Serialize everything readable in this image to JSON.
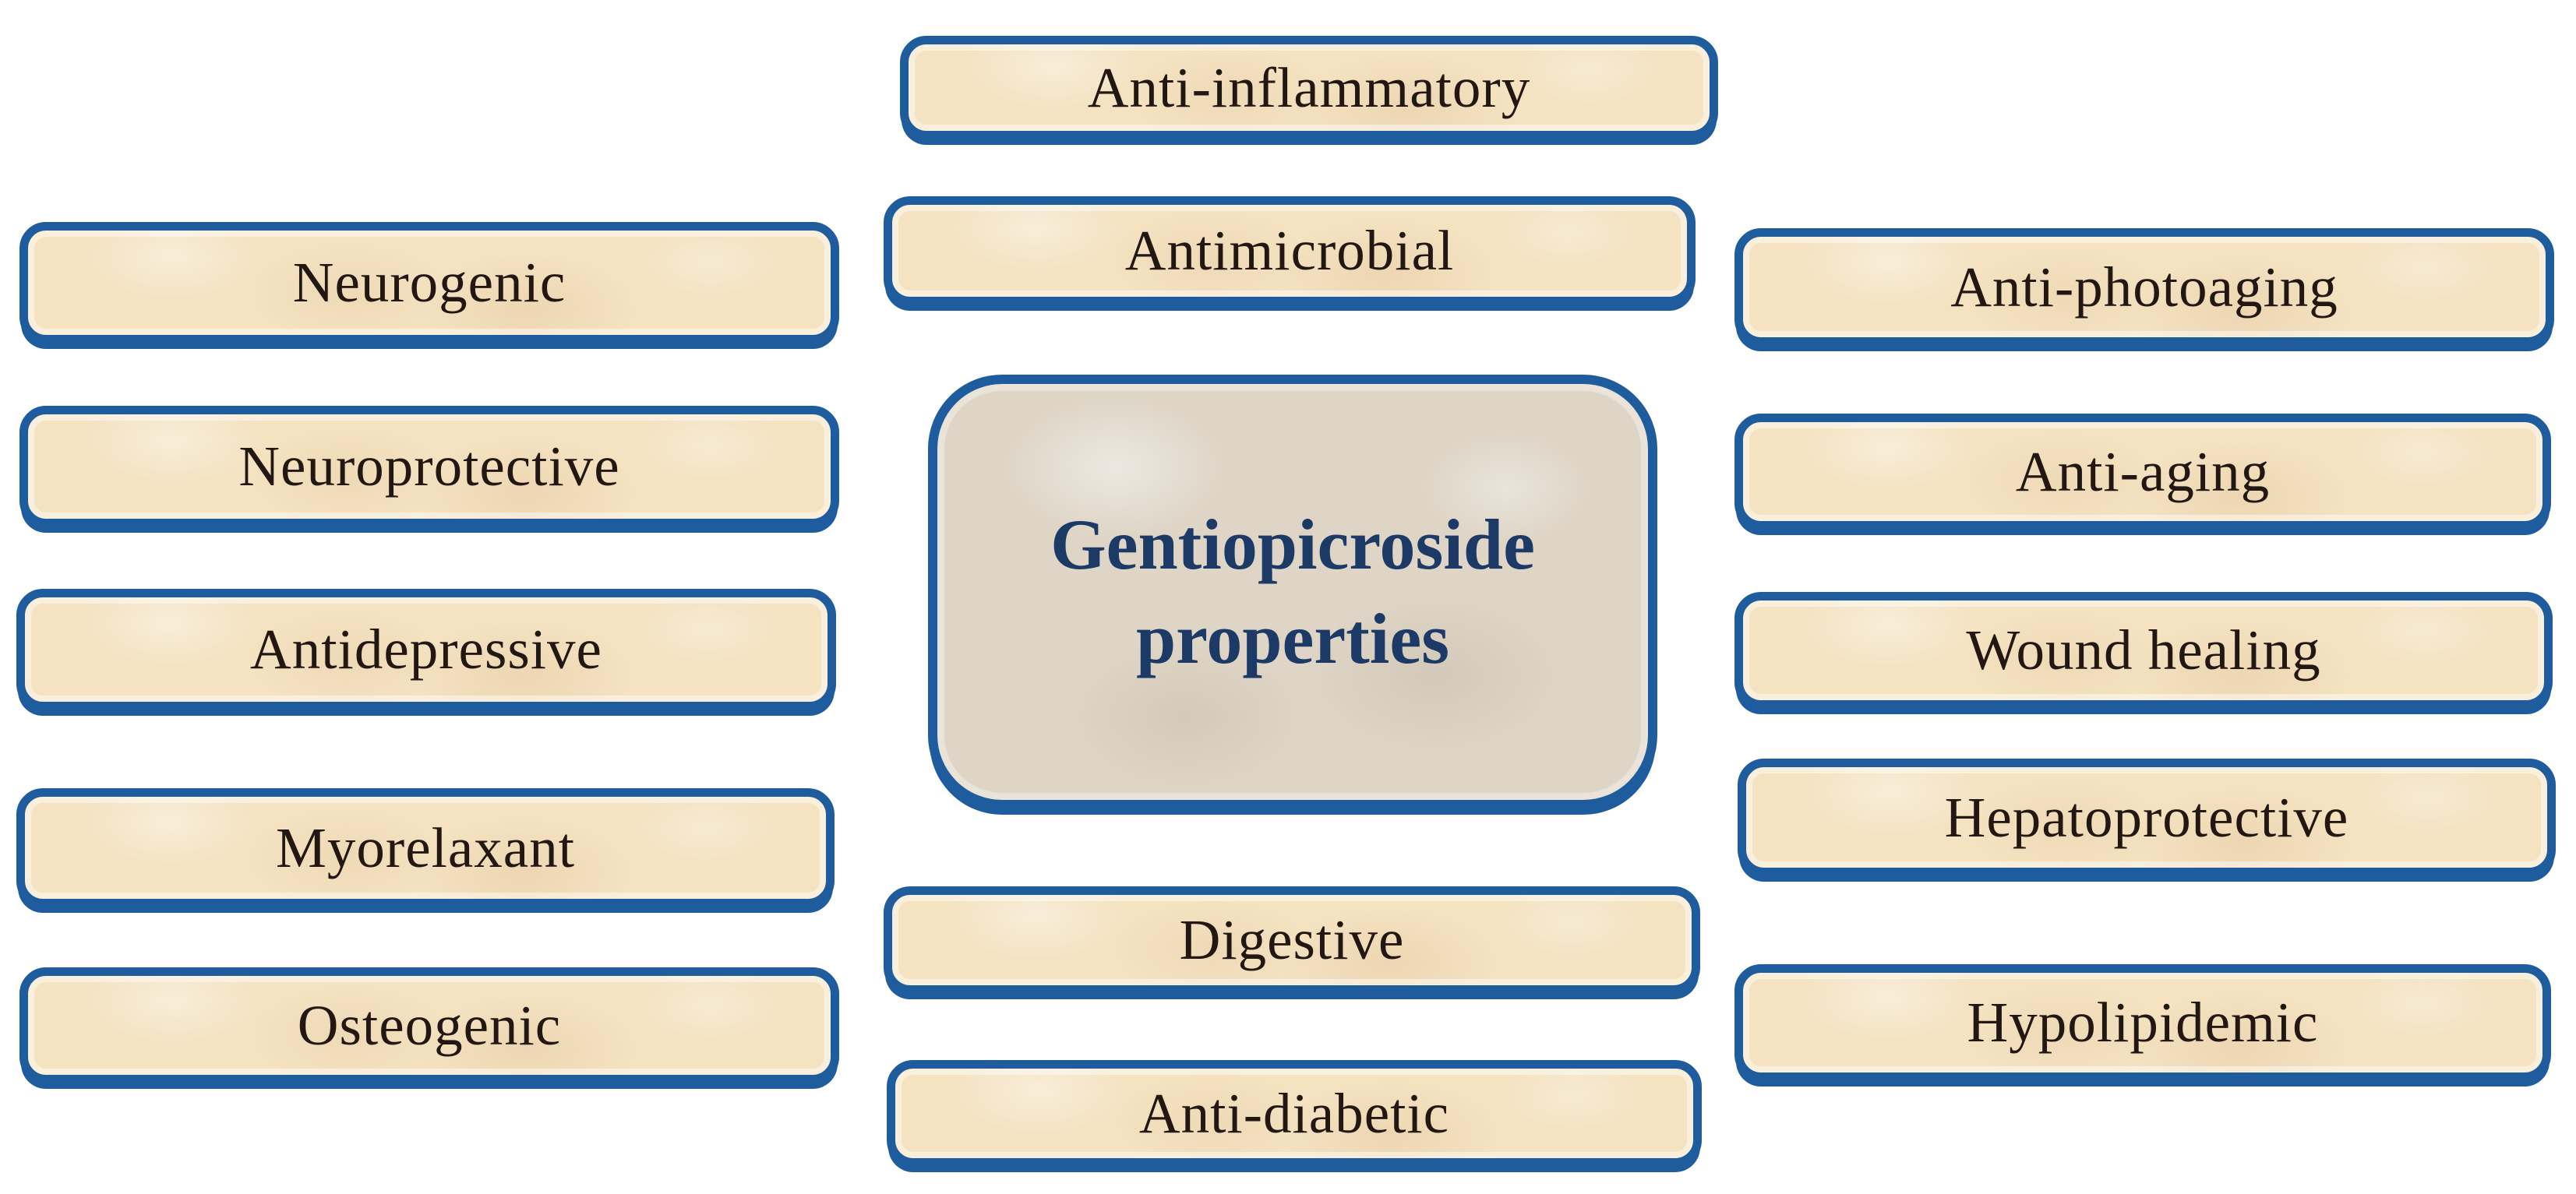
{
  "diagram": {
    "center_label": "Gentiopicroside properties",
    "top_boxes": [
      "Anti-inflammatory",
      "Antimicrobial"
    ],
    "left_boxes": [
      "Neurogenic",
      "Neuroprotective",
      "Antidepressive",
      "Myorelaxant",
      "Osteogenic"
    ],
    "right_boxes": [
      "Anti-photoaging",
      "Anti-aging",
      "Wound healing",
      "Hepatoprotective",
      "Hypolipidemic"
    ],
    "bottom_boxes": [
      "Digestive",
      "Anti-diabetic"
    ],
    "colors": {
      "border_blue": "#1e5c9e",
      "box_fill": "#f4e2c1",
      "center_fill": "#ded5c6",
      "center_text": "#1d3a66",
      "label_text": "#221712",
      "background": "#ffffff"
    }
  }
}
